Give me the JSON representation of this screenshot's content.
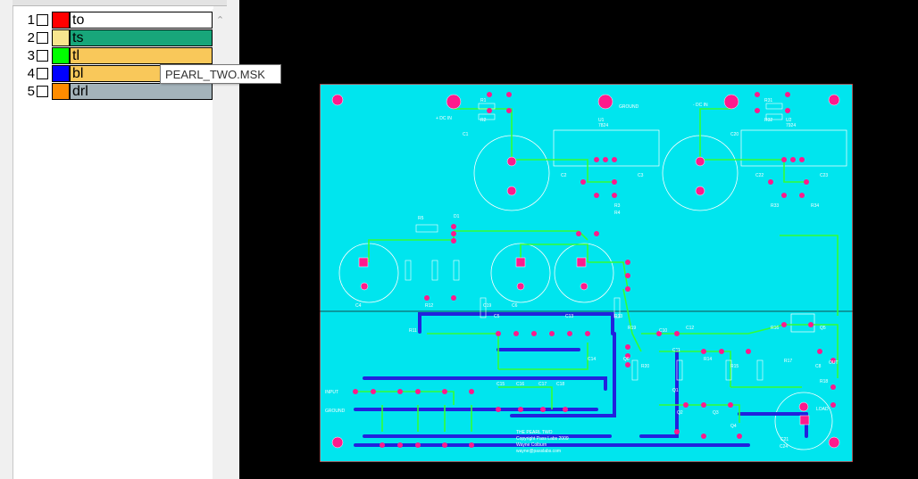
{
  "layers": [
    {
      "num": "1",
      "swatch": "#ff0000",
      "name": "to",
      "row_bg": "#ffffff"
    },
    {
      "num": "2",
      "swatch": "#f7e58e",
      "name": "ts",
      "row_bg": "#18a67a"
    },
    {
      "num": "3",
      "swatch": "#00ff00",
      "name": "tl",
      "row_bg": "#f9c85a"
    },
    {
      "num": "4",
      "swatch": "#0000ff",
      "name": "bl",
      "row_bg": "#f9c85a"
    },
    {
      "num": "5",
      "swatch": "#ff8c00",
      "name": "drl",
      "row_bg": "#a4b3ba"
    }
  ],
  "tooltip": "PEARL_TWO.MSK",
  "colors": {
    "board": "#00e5ee",
    "outline": "#ff0000",
    "trace_top": "#33ff33",
    "trace_bottom": "#2222dd",
    "pad": "#ff1a8c"
  },
  "silkscreen": {
    "dc_in_left": "+ DC IN",
    "ground": "GROUND",
    "dc_in_right": "- DC IN",
    "pad_labels": [
      "R1",
      "R2",
      "C1",
      "U1",
      "7824",
      "R3",
      "R4",
      "C2",
      "C3",
      "R31",
      "R32",
      "C20",
      "U2",
      "7924",
      "C22",
      "C23",
      "R33",
      "R34",
      "R5",
      "D1",
      "C4",
      "C5",
      "C6",
      "C13",
      "C14",
      "C15",
      "C16",
      "C17",
      "C18",
      "C19",
      "R11",
      "R12",
      "R13",
      "R14",
      "R15",
      "R16",
      "R17",
      "C8",
      "C10",
      "C11",
      "C12",
      "C21",
      "C24",
      "R18",
      "R19",
      "R20",
      "Q1",
      "Q2",
      "Q3",
      "Q4",
      "Q5",
      "Q6"
    ],
    "input": "INPUT",
    "ground2": "GROUND",
    "load": "LOAD",
    "out": "OUT",
    "credit_1": "THE PEARL TWO",
    "credit_2": "Copyright Pass Labs 2009",
    "credit_3": "Wayne Colburn",
    "credit_4": "wayne@passlabs.com"
  }
}
